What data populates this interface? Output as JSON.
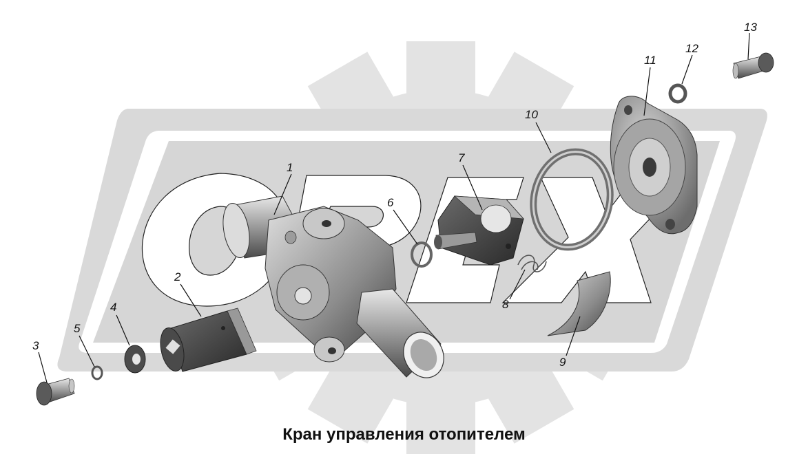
{
  "caption": "Кран управления отопителем",
  "watermark": {
    "brand_text": "OPEX",
    "color_light": "#e6e6e6",
    "color_mid": "#d2d2d2"
  },
  "parts_color": {
    "dark": "#3a3a3a",
    "mid": "#7d7d7d",
    "light": "#c9c9c9",
    "highlight": "#efefef"
  },
  "callouts": [
    {
      "id": "1",
      "label": "1"
    },
    {
      "id": "2",
      "label": "2"
    },
    {
      "id": "3",
      "label": "3"
    },
    {
      "id": "4",
      "label": "4"
    },
    {
      "id": "5",
      "label": "5"
    },
    {
      "id": "6",
      "label": "6"
    },
    {
      "id": "7",
      "label": "7"
    },
    {
      "id": "8",
      "label": "8"
    },
    {
      "id": "9",
      "label": "9"
    },
    {
      "id": "10",
      "label": "10"
    },
    {
      "id": "11",
      "label": "11"
    },
    {
      "id": "12",
      "label": "12"
    },
    {
      "id": "13",
      "label": "13"
    }
  ]
}
